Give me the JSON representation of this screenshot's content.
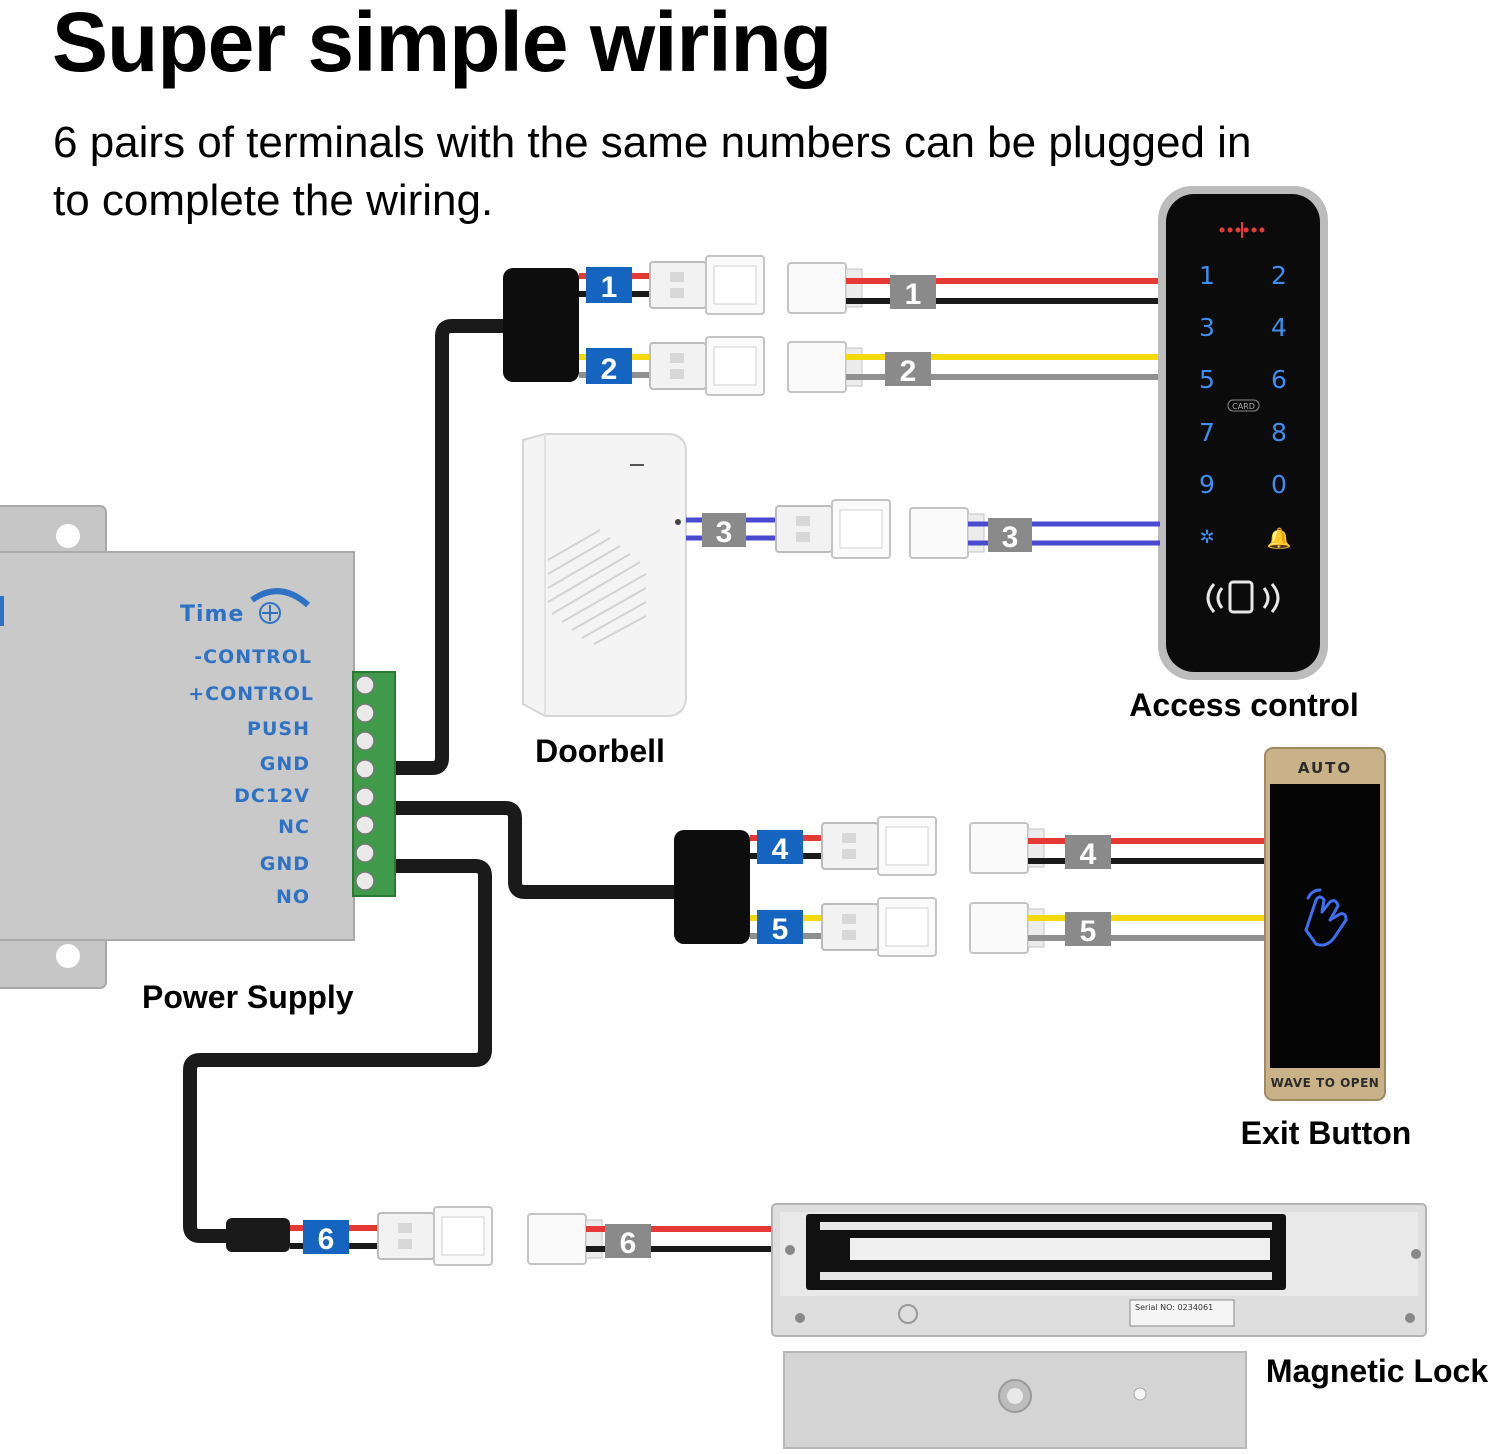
{
  "header": {
    "title": "Super simple wiring",
    "subtitle_line1": "6 pairs of terminals with the same numbers can be plugged in",
    "subtitle_line2": "to complete the wiring."
  },
  "power_supply": {
    "label": "Power Supply",
    "time_label": "Time",
    "terminals": [
      "-CONTROL",
      "+CONTROL",
      "PUSH",
      "GND",
      "DC12V",
      "NC",
      "GND",
      "NO"
    ]
  },
  "devices": {
    "access_control": "Access control",
    "doorbell": "Doorbell",
    "exit_button": "Exit Button",
    "magnetic_lock": "Magnetic Lock"
  },
  "keypad": {
    "keys": [
      "1",
      "2",
      "3",
      "4",
      "5",
      "6",
      "7",
      "8",
      "9",
      "0",
      "✲",
      "🔔"
    ],
    "card_label": "CARD"
  },
  "exit_button_panel": {
    "top_text": "AUTO",
    "bottom_text": "WAVE TO OPEN"
  },
  "lock_plate": {
    "serial_text": "Serial NO: 0234061"
  },
  "connector_tags": [
    "1",
    "2",
    "3",
    "4",
    "5",
    "6"
  ],
  "colors": {
    "tag_blue": "#1565c0",
    "tag_gray": "#8a8a8a",
    "wire_red": "#e53935",
    "wire_yellow": "#f5d90a",
    "wire_blue": "#4a4ad0",
    "wire_black": "#1a1a1a",
    "label_blue": "#2f72c4"
  }
}
